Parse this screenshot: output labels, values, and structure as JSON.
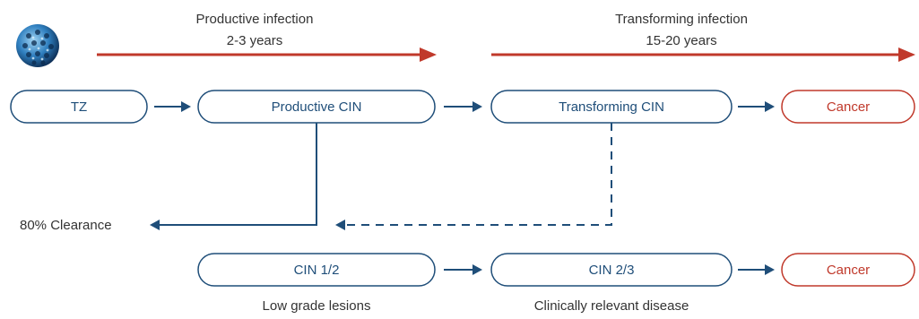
{
  "phases": {
    "productive": {
      "line1": "Productive infection",
      "line2": "2-3 years"
    },
    "transforming": {
      "line1": "Transforming infection",
      "line2": "15-20 years"
    }
  },
  "top_row": {
    "tz": "TZ",
    "productive_cin": "Productive CIN",
    "transforming_cin": "Transforming CIN",
    "cancer": "Cancer"
  },
  "clearance": "80% Clearance",
  "bottom_row": {
    "cin12": "CIN 1/2",
    "cin23": "CIN 2/3",
    "cancer": "Cancer",
    "caption_left": "Low grade lesions",
    "caption_right": "Clinically relevant disease"
  },
  "colors": {
    "navy": "#1f4e79",
    "red": "#c0392b",
    "text": "#333333"
  },
  "icons": {
    "virus": "virus-icon"
  }
}
